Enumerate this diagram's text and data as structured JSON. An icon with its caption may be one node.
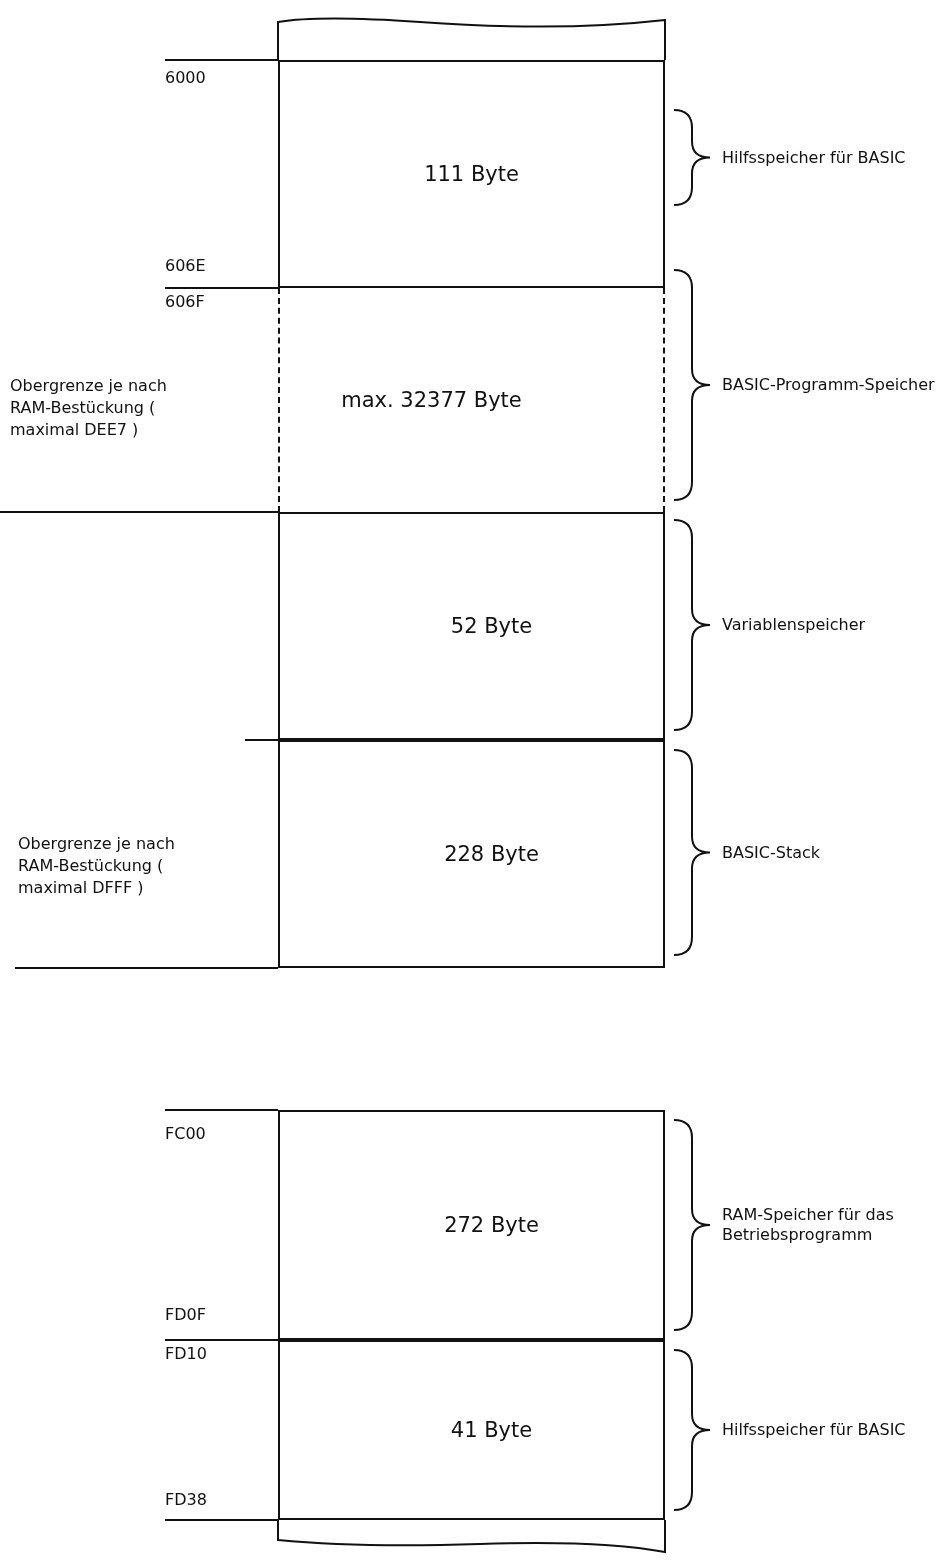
{
  "diagram": {
    "nodes": [
      {
        "text": [
          "111 Byte"
        ],
        "beside": [
          "Hilfsspeicher für BASIC"
        ]
      },
      {
        "text": [
          "max. 32377 Byte"
        ],
        "beside": [
          "BASIC-Programm-Speicher"
        ]
      },
      {
        "text": [
          "52 Byte"
        ],
        "beside": [
          "Variablenspeicher"
        ]
      },
      {
        "text": [
          "228 Byte"
        ],
        "beside": [
          "BASIC-Stack"
        ]
      },
      {
        "text": [
          "272 Byte"
        ],
        "beside": [
          "RAM-Speicher für das Betriebsprogramm"
        ]
      },
      {
        "text": [
          "41 Byte"
        ],
        "beside": [
          "Hilfsspeicher für BASIC"
        ]
      }
    ],
    "labels": [
      "6000",
      "606E",
      "606F",
      "Obergrenze je nach RAM-Bestückung ( maximal DEE7 )",
      "Obergrenze je nach RAM-Bestückung ( maximal DFFF )",
      "FC00",
      "FD0F",
      "FD10",
      "FD38"
    ]
  }
}
